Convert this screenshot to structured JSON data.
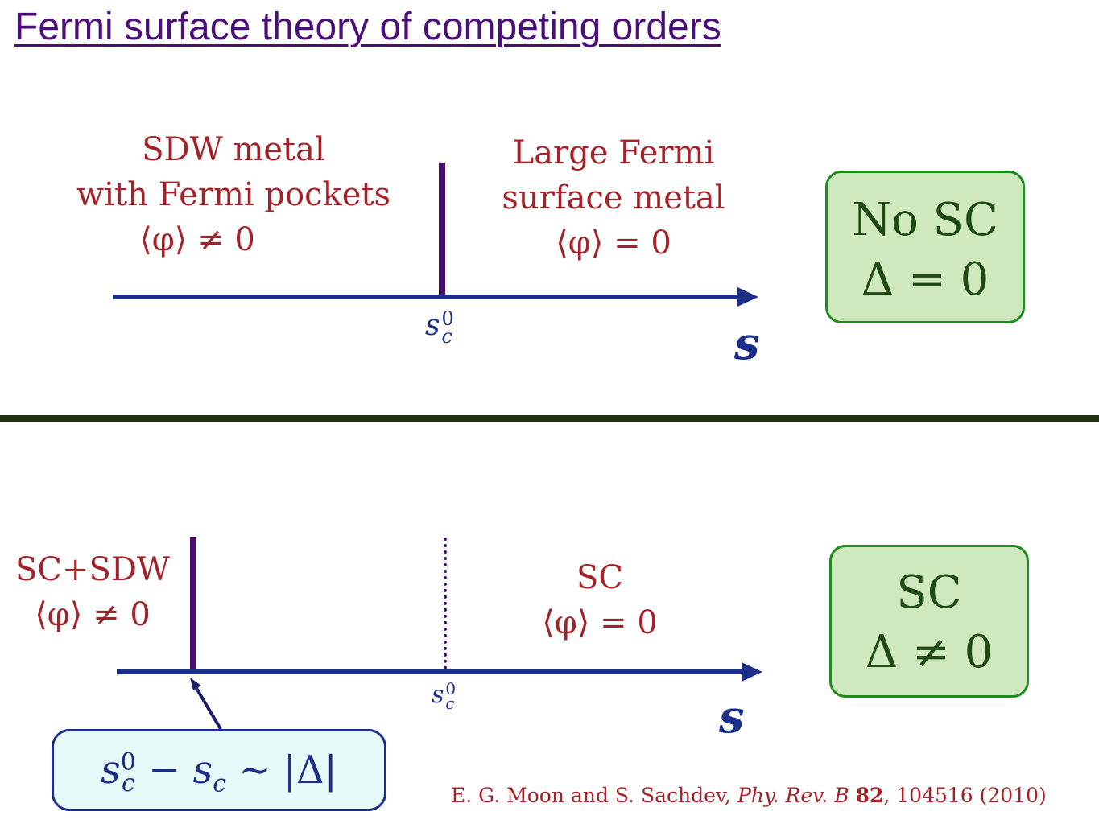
{
  "title": "Fermi surface theory of competing orders",
  "top": {
    "left_label": [
      "SDW metal",
      "with Fermi pockets",
      "⟨φ⟩ ≠ 0"
    ],
    "right_label": [
      "Large Fermi",
      "surface metal",
      "⟨φ⟩ = 0"
    ],
    "critical_point": {
      "base": "s",
      "sup": "0",
      "sub": "c"
    },
    "axis_label": "s",
    "box": [
      "No SC",
      "Δ = 0"
    ]
  },
  "bottom": {
    "left_label": [
      "SC+SDW",
      "⟨φ⟩ ≠ 0"
    ],
    "right_label": [
      "SC",
      "⟨φ⟩ = 0"
    ],
    "critical_point": {
      "base": "s",
      "sup": "0",
      "sub": "c"
    },
    "axis_label": "s",
    "box": [
      "SC",
      "Δ ≠ 0"
    ],
    "formula": {
      "lhs_base": "s",
      "lhs_sup": "0",
      "lhs_sub": "c",
      "op": " − ",
      "rhs_base": "s",
      "rhs_sub": "c",
      "rel": " ∼ |Δ|"
    }
  },
  "citation": {
    "authors": "E. G. Moon and S. Sachdev, ",
    "journal": "Phy. Rev. B",
    "volume": "82",
    "rest": ", 104516 (2010)"
  },
  "colors": {
    "title": "#4b0f7a",
    "label_red": "#a3232a",
    "axis_blue": "#1a2e8a",
    "transition_purple": "#4a0f6e",
    "box_green_fill": "#cfe8bd",
    "box_green_border": "#1f8a1f",
    "divider": "#1e3511"
  }
}
